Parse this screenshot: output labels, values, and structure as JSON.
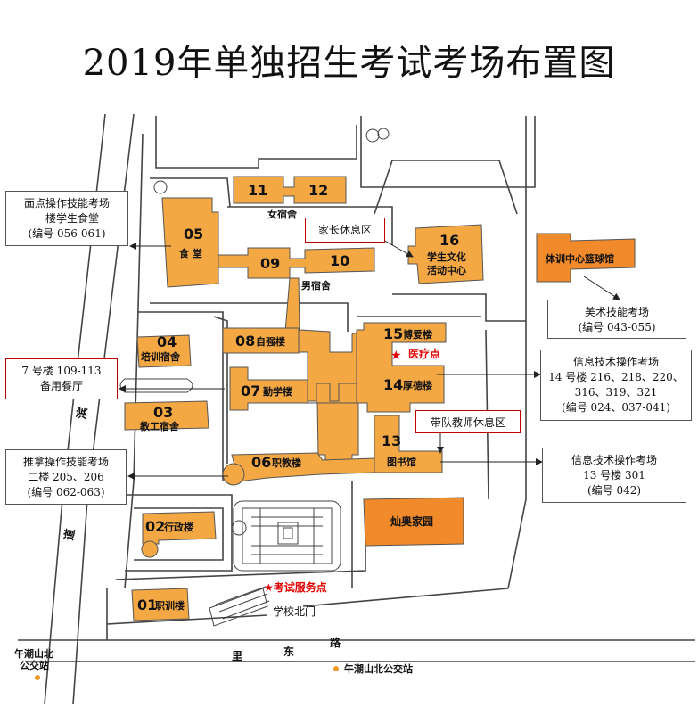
{
  "title": "2019年单独招生考试考场布置图",
  "colors": {
    "building": "#f4a843",
    "building_dark": "#f08a2a",
    "outline": "#555555",
    "road": "#444444",
    "marker": "#e30000",
    "stop": "#f09a2a"
  },
  "buildings": {
    "b01": {
      "num": "01",
      "name": "职训楼"
    },
    "b02": {
      "num": "02",
      "name": "行政楼"
    },
    "b03": {
      "num": "03",
      "name": "教工宿舍"
    },
    "b04": {
      "num": "04",
      "name": "培训宿舍"
    },
    "b05": {
      "num": "05",
      "name": "食 堂"
    },
    "b06": {
      "num": "06",
      "name": "职教楼"
    },
    "b07": {
      "num": "07",
      "name": "勤学楼"
    },
    "b08": {
      "num": "08",
      "name": "自强楼"
    },
    "b09": {
      "num": "09"
    },
    "b10": {
      "num": "10"
    },
    "b11": {
      "num": "11"
    },
    "b12": {
      "num": "12"
    },
    "b13": {
      "num": "13",
      "name": "图书馆"
    },
    "b14": {
      "num": "14",
      "name": "厚德楼"
    },
    "b15": {
      "num": "15",
      "name": "博爱楼"
    },
    "b16": {
      "num": "16",
      "name1": "学生文化",
      "name2": "活动中心"
    },
    "girls_dorm": "女宿舍",
    "boys_dorm": "男宿舍",
    "basketball": "体训中心篮球馆",
    "canao": "灿奥家园"
  },
  "markers": {
    "medical": "医疗点",
    "exam_service": "★考试服务点",
    "north_gate": "学校北门"
  },
  "roads": {
    "lidong": [
      "里",
      "东",
      "路"
    ],
    "west_road": [
      "滨",
      "道"
    ]
  },
  "stops": {
    "left_line1": "午潮山北",
    "left_line2": "公交站",
    "bottom": "午潮山北公交站"
  },
  "callouts": {
    "pastry": [
      "面点操作技能考场",
      "一楼学生食堂",
      "(编号 056-061)"
    ],
    "parent_rest": [
      "家长休息区"
    ],
    "art": [
      "美术技能考场",
      "(编号 043-055)"
    ],
    "backup_dining": [
      "7 号楼 109-113",
      "备用餐厅"
    ],
    "it14": [
      "信息技术操作考场",
      "14 号楼 216、218、220、",
      "316、319、321",
      "(编号 024、037-041)"
    ],
    "teacher_rest": [
      "带队教师休息区"
    ],
    "massage": [
      "推拿操作技能考场",
      "二楼 205、206",
      "(编号 062-063)"
    ],
    "it13": [
      "信息技术操作考场",
      "13 号楼 301",
      "(编号 042)"
    ]
  }
}
